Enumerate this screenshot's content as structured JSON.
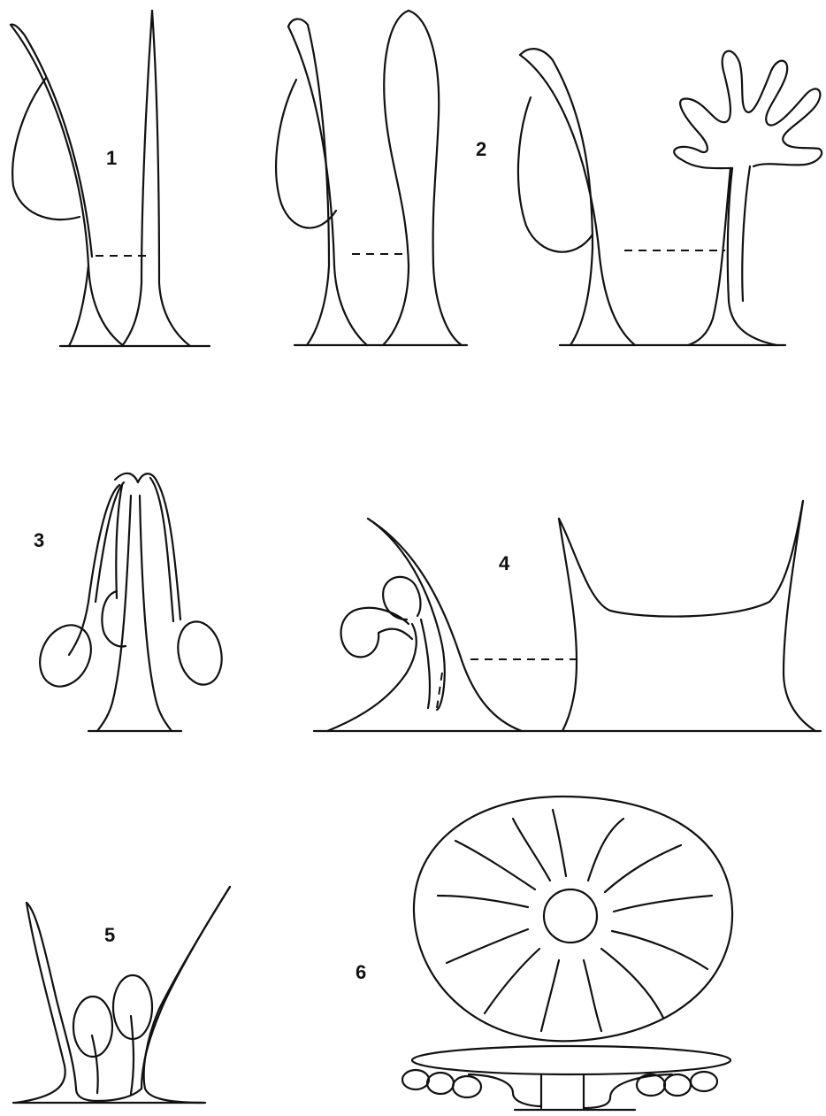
{
  "figure": {
    "panels": [
      {
        "id": "1",
        "label": "1"
      },
      {
        "id": "2",
        "label": "2"
      },
      {
        "id": "3",
        "label": "3"
      },
      {
        "id": "4",
        "label": "4"
      },
      {
        "id": "5",
        "label": "5"
      },
      {
        "id": "6",
        "label": "6"
      }
    ]
  },
  "colors": {
    "ink": "#111111",
    "background": "#ffffff"
  }
}
